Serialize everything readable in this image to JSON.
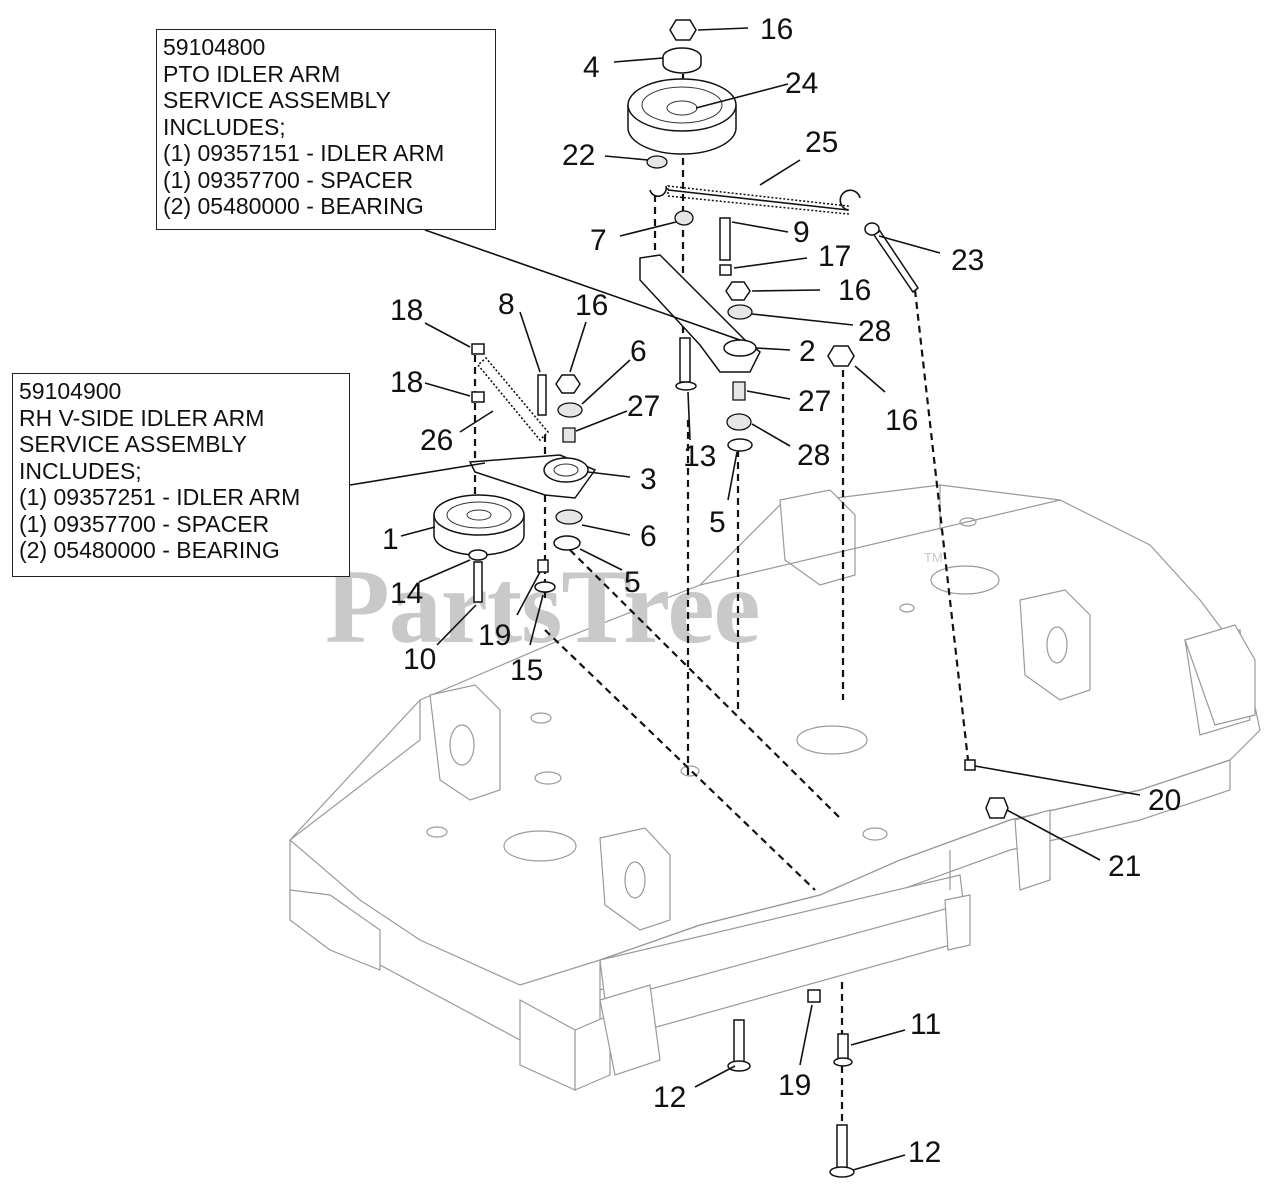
{
  "callouts": {
    "pto": {
      "part_number": "59104800",
      "title_line1": "PTO IDLER ARM",
      "title_line2": "SERVICE ASSEMBLY",
      "title_line3": "INCLUDES;",
      "items": [
        "(1) 09357151 - IDLER ARM",
        "(1) 09357700 - SPACER",
        "(2) 05480000 - BEARING"
      ]
    },
    "rh": {
      "part_number": "59104900",
      "title_line1": "RH V-SIDE IDLER ARM",
      "title_line2": "SERVICE ASSEMBLY",
      "title_line3": "INCLUDES;",
      "items": [
        "(1) 09357251 - IDLER ARM",
        "(1) 09357700 - SPACER",
        "(2) 05480000 - BEARING"
      ]
    }
  },
  "labels": {
    "l16a": "16",
    "l4": "4",
    "l24": "24",
    "l22": "22",
    "l25": "25",
    "l7": "7",
    "l9": "9",
    "l23": "23",
    "l17": "17",
    "l16b": "16",
    "l28a": "28",
    "l2": "2",
    "l16c": "16",
    "l18a": "18",
    "l8": "8",
    "l16d": "16",
    "l6a": "6",
    "l18b": "18",
    "l27a": "27",
    "l27b": "27",
    "l26": "26",
    "l13": "13",
    "l28b": "28",
    "l3": "3",
    "l5a": "5",
    "l1": "1",
    "l6b": "6",
    "l5b": "5",
    "l14": "14",
    "l19a": "19",
    "l10": "10",
    "l15": "15",
    "l20": "20",
    "l21": "21",
    "l11": "11",
    "l12a": "12",
    "l19b": "19",
    "l12b": "12"
  },
  "watermark": {
    "text": "PartsTree",
    "tm": "TM"
  }
}
